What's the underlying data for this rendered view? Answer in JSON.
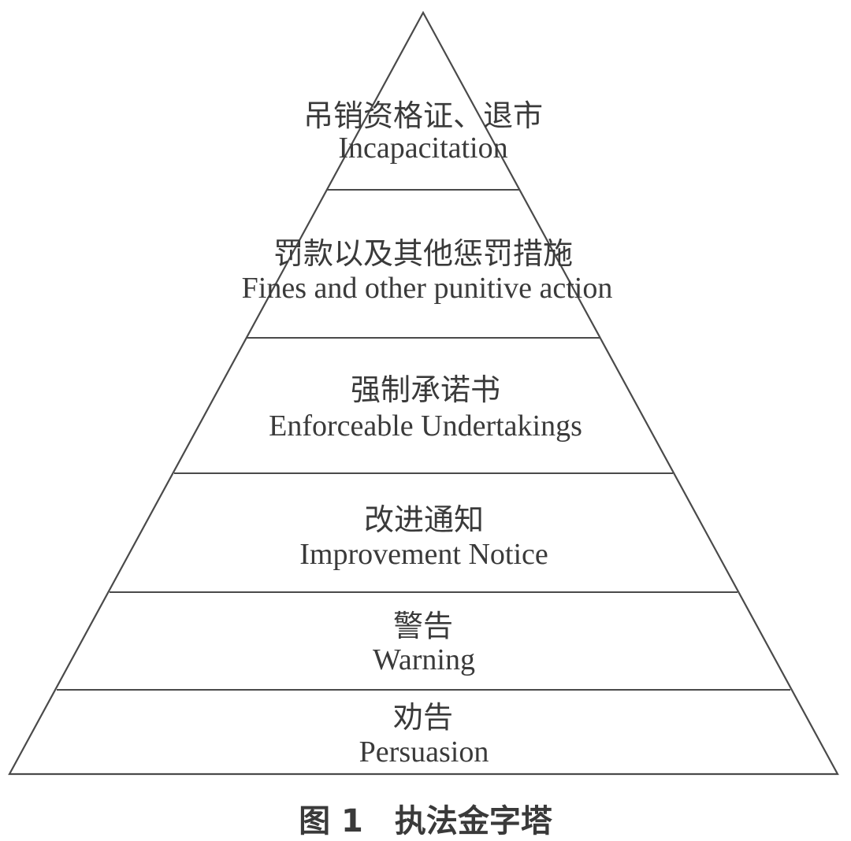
{
  "pyramid": {
    "levels": [
      {
        "zh": "吊销资格证、退市",
        "en": "Incapacitation"
      },
      {
        "zh": "罚款以及其他惩罚措施",
        "en": "Fines and other punitive action"
      },
      {
        "zh": "强制承诺书",
        "en": "Enforceable Undertakings"
      },
      {
        "zh": "改进通知",
        "en": "Improvement Notice"
      },
      {
        "zh": "警告",
        "en": "Warning"
      },
      {
        "zh": "劝告",
        "en": "Persuasion"
      }
    ]
  },
  "caption": "图 1　执法金字塔"
}
